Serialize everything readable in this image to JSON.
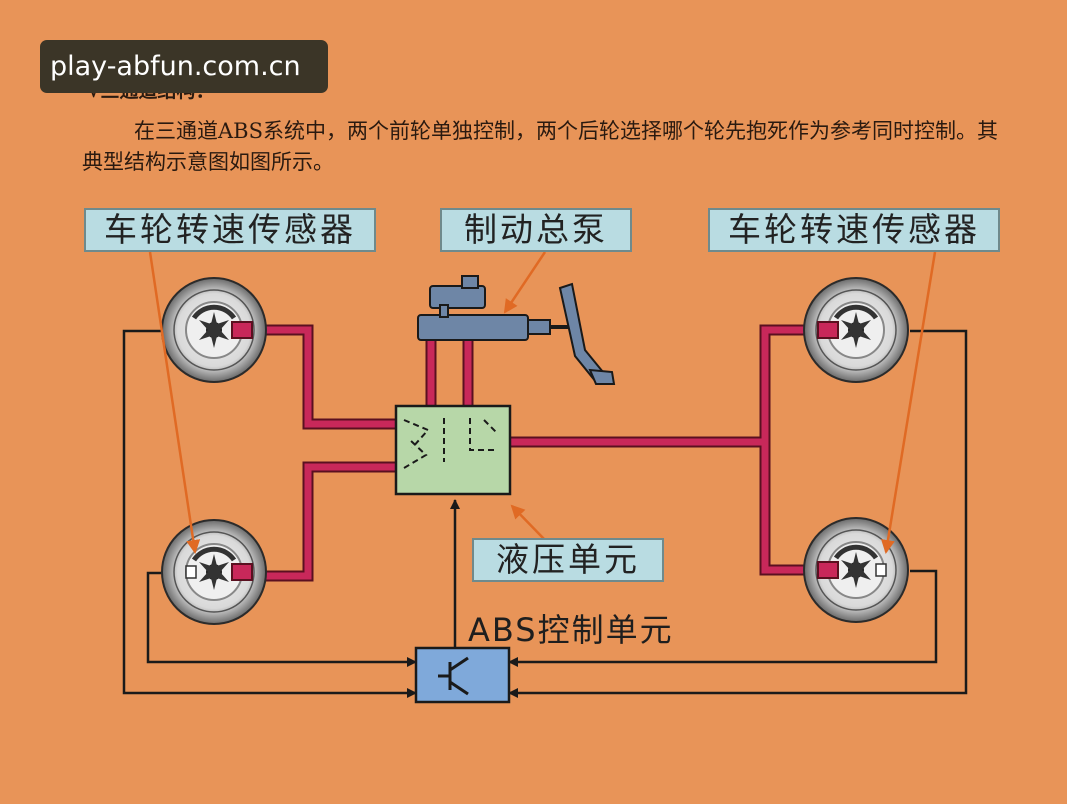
{
  "watermark": "play-abfun.com.cn",
  "heading": "√三通道结构：",
  "paragraph": "在三通道ABS系统中，两个前轮单独控制，两个后轮选择哪个轮先抱死作为参考同时控制。其典型结构示意图如图所示。",
  "labels": {
    "sensor_left": "车轮转速传感器",
    "sensor_right": "车轮转速传感器",
    "master_cylinder": "制动总泵",
    "hydraulic_unit": "液压单元",
    "abs_ecu": "ABS控制单元"
  },
  "colors": {
    "background": "#E89458",
    "brake_line": "#C8285A",
    "hydraulic_unit": "#B7D7A8",
    "ecu": "#7FA9DA",
    "label_box": "#B9DCE2",
    "arrow": "#E06A24"
  }
}
